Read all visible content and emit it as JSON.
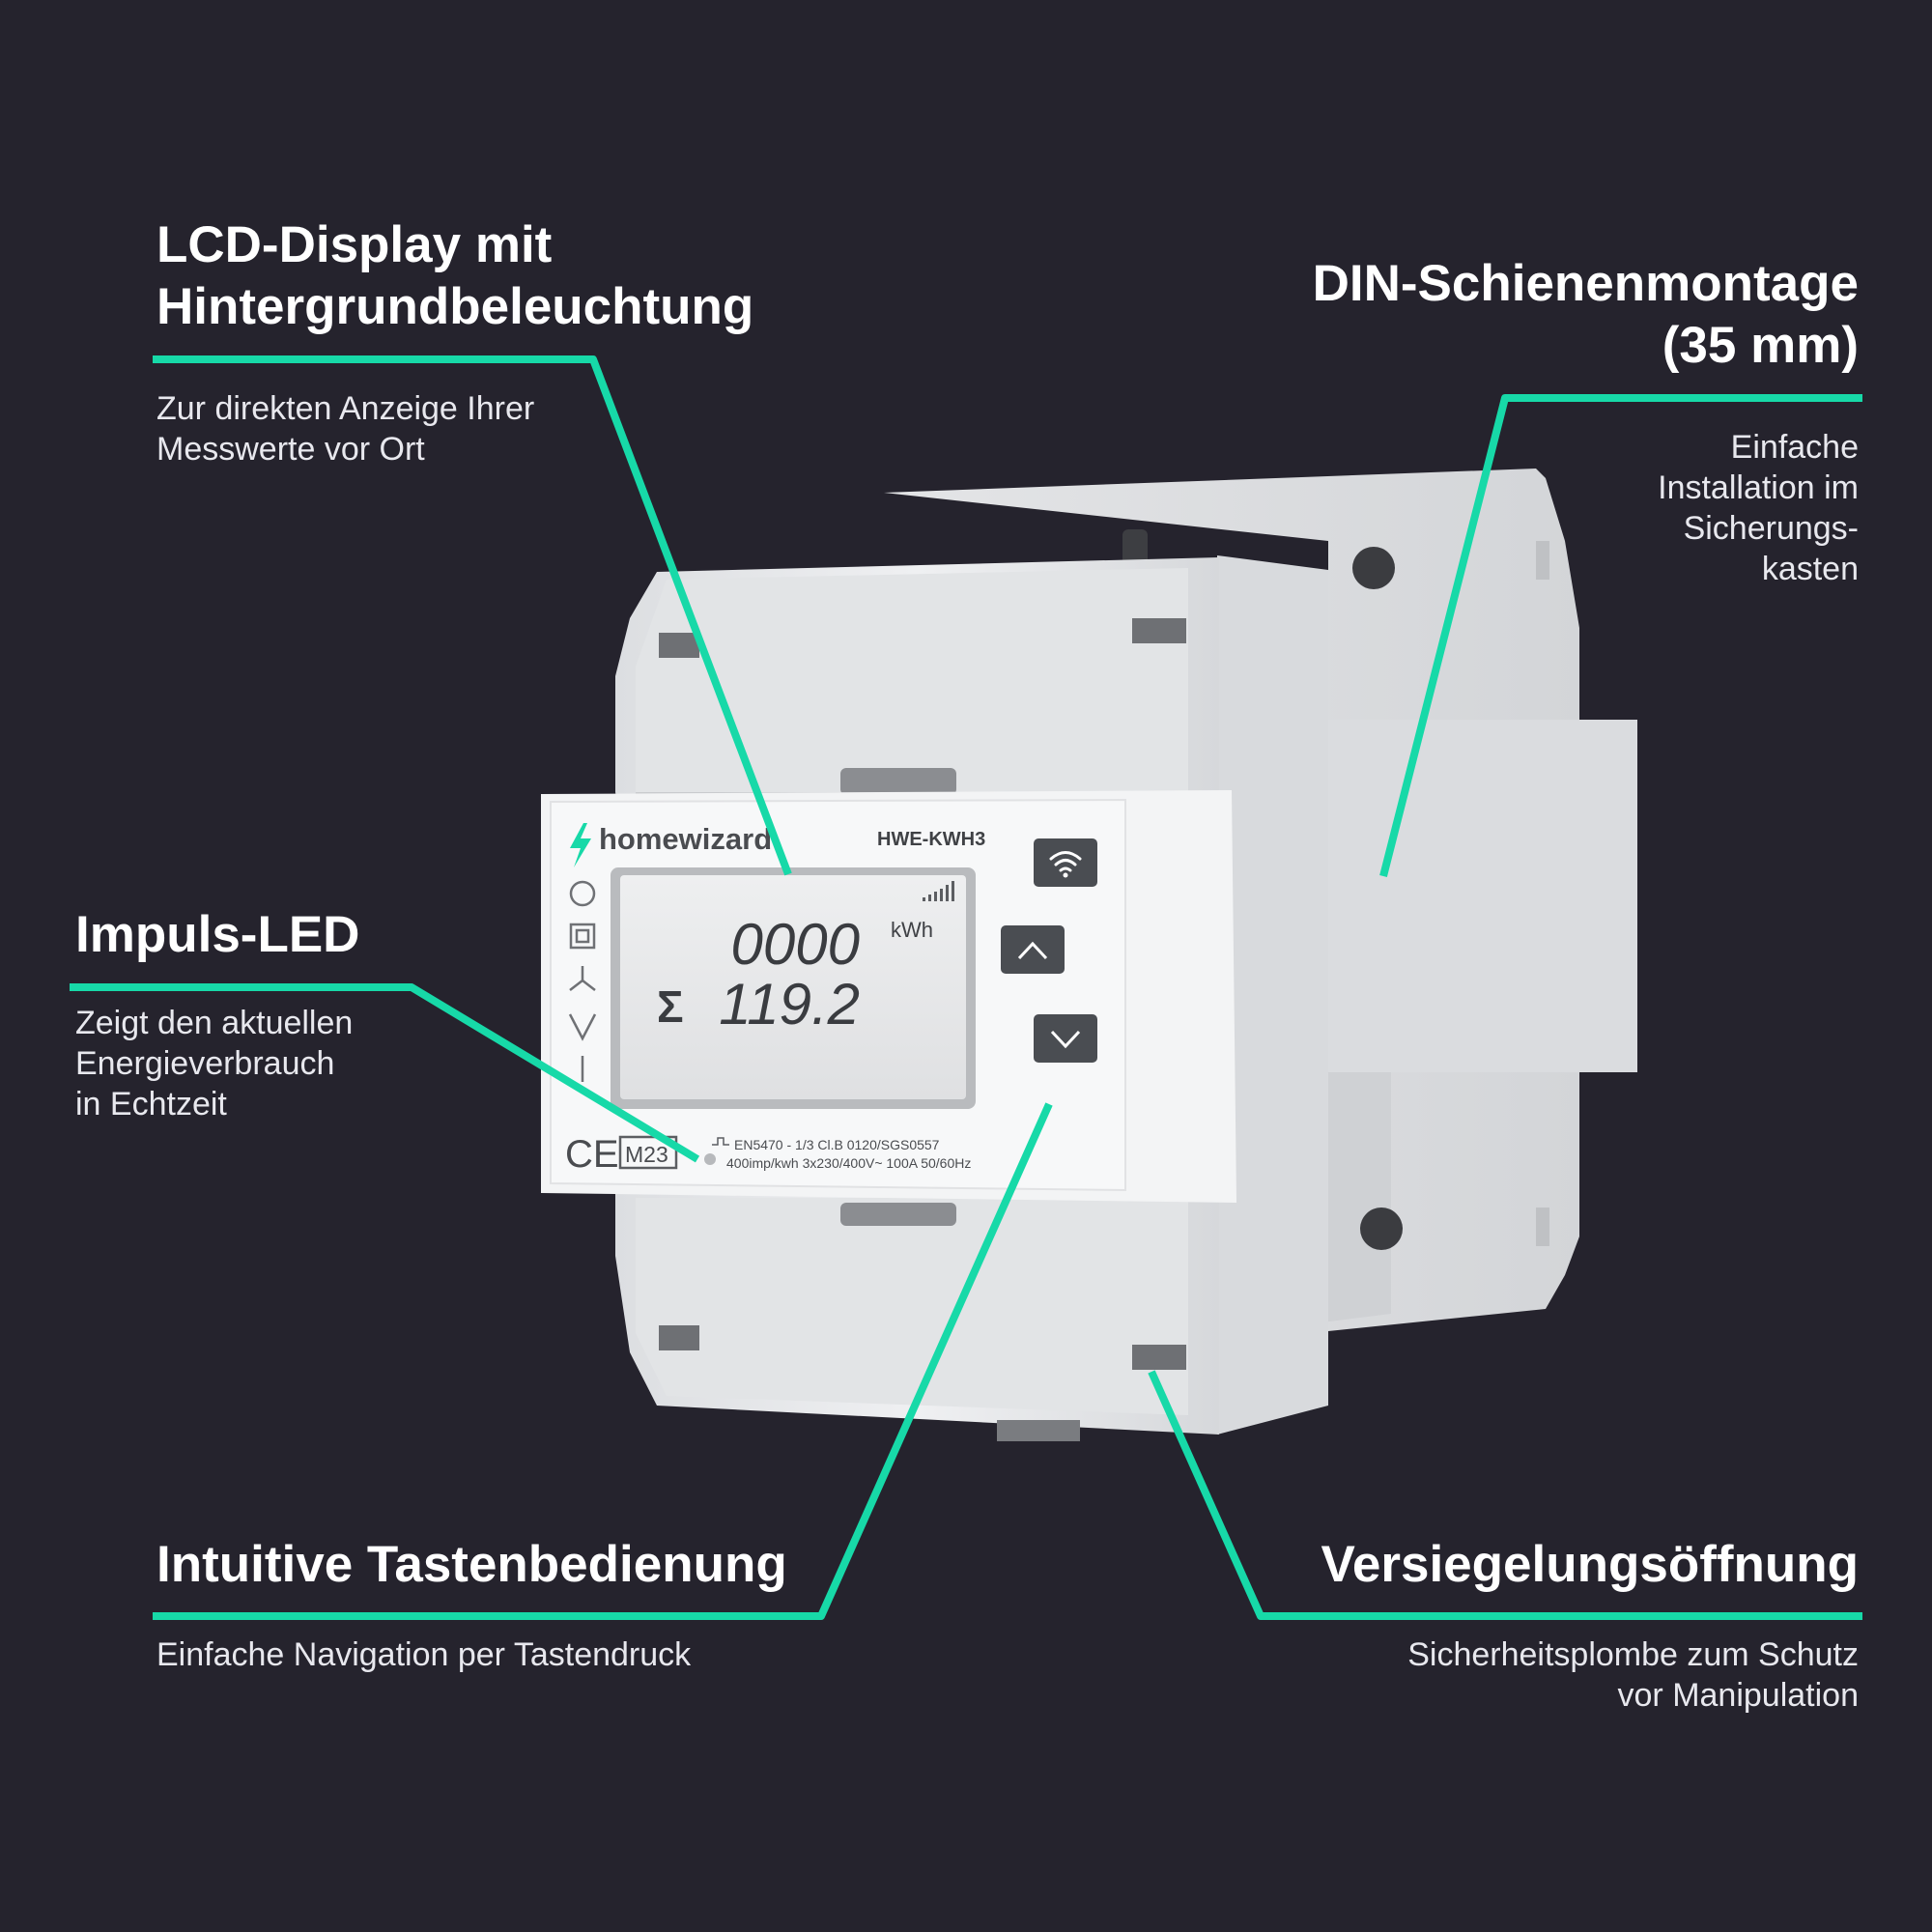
{
  "colors": {
    "background": "#25232d",
    "accent": "#17d9a8",
    "device_body": "#e9eaec",
    "lcd": "#e6e7e8",
    "button": "#4a4d52"
  },
  "callouts": {
    "lcd": {
      "title_line1": "LCD-Display mit",
      "title_line2": "Hintergrundbeleuchtung",
      "desc_line1": "Zur direkten Anzeige Ihrer",
      "desc_line2": "Messwerte vor Ort"
    },
    "din": {
      "title_line1": "DIN-Schienenmontage",
      "title_line2": "(35 mm)",
      "desc_line1": "Einfache",
      "desc_line2": "Installation im",
      "desc_line3": "Sicherungs-",
      "desc_line4": "kasten"
    },
    "led": {
      "title": "Impuls-LED",
      "desc_line1": "Zeigt den aktuellen",
      "desc_line2": "Energieverbrauch",
      "desc_line3": "in Echtzeit"
    },
    "buttons": {
      "title": "Intuitive Tastenbedienung",
      "desc": "Einfache Navigation per Tastendruck"
    },
    "seal": {
      "title": "Versiegelungsöffnung",
      "desc_line1": "Sicherheitsplombe zum Schutz",
      "desc_line2": "vor Manipulation"
    }
  },
  "device": {
    "brand": "homewizard",
    "model": "HWE-KWH3",
    "lcd_line1": "0000",
    "lcd_unit": "kWh",
    "lcd_sigma": "Σ",
    "lcd_line2": "119.2",
    "ce_mark": "CE",
    "m_mark": "M23",
    "spec_line1": "EN5470 - 1/3 Cl.B   0120/SGS0557",
    "spec_line2": "400imp/kwh   3x230/400V~ 100A 50/60Hz",
    "side_icons": [
      "b-circle-icon",
      "square-icon",
      "star-connection-icon",
      "delta-icon",
      "line-icon"
    ]
  }
}
